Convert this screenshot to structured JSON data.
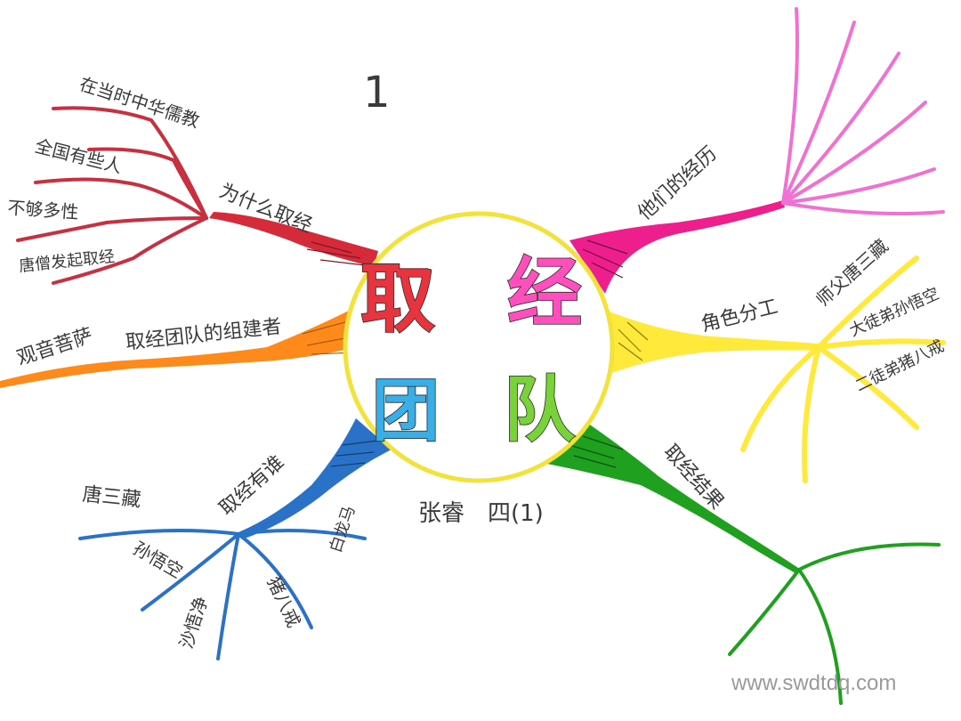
{
  "colors": {
    "red": "#d42a3a",
    "orange": "#ff8a1c",
    "blue": "#2a72c8",
    "magenta": "#ee1f8c",
    "pink_light": "#f26fd3",
    "yellow": "#ffe93a",
    "green": "#1fa01f",
    "circle": "#f3e23a",
    "char_qu": "#e8343f",
    "char_jing": "#ff4fbd",
    "char_tuan": "#3aaee6",
    "char_dui": "#7ad23a"
  },
  "page_number_mark": "1",
  "center": {
    "chars": [
      "取",
      "经",
      "团",
      "队"
    ]
  },
  "branches": {
    "red": {
      "label": "为什么取经",
      "twigs": [
        "在当时中华儒教",
        "全国有些人",
        "不够多性",
        "唐僧发起取经"
      ]
    },
    "orange": {
      "label": "取经团队的组建者",
      "twigs": [
        "观音菩萨"
      ]
    },
    "blue": {
      "label": "取经有谁",
      "twigs": [
        "唐三藏",
        "孙悟空",
        "沙悟净",
        "猪八戒",
        "白龙马"
      ]
    },
    "magenta": {
      "label": "他们的经历",
      "twigs": [
        "",
        "",
        "",
        "",
        ""
      ]
    },
    "yellow": {
      "label": "角色分工",
      "twigs": [
        "师父唐三藏",
        "大徒弟孙悟空",
        "二徒弟猪八戒",
        "",
        ""
      ]
    },
    "green": {
      "label": "取经结果",
      "twigs": [
        "",
        "",
        ""
      ]
    }
  },
  "signature": {
    "name": "张睿",
    "class_label": "四(1)"
  },
  "watermark": "www.swdtdq.com"
}
